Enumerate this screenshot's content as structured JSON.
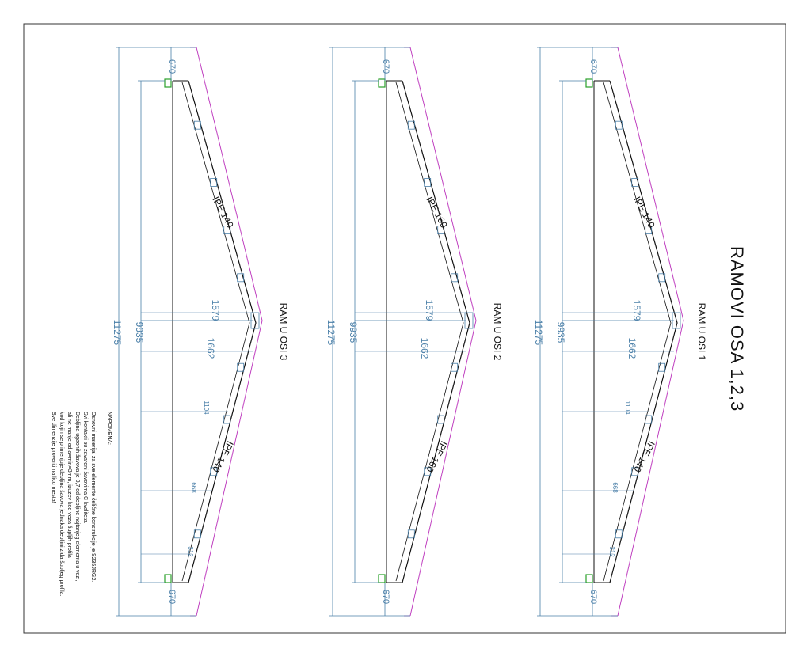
{
  "title": "RAMOVI OSA 1,2,3",
  "frames": [
    {
      "name": "RAM U OSI 1",
      "profile": "IPE 140",
      "dims": {
        "total": "11275",
        "span": "9935",
        "end_top": "670",
        "end_bottom": "670",
        "ridge_a": "1579",
        "ridge_b": "1662",
        "d1": "1104",
        "d2": "668",
        "d3": "312"
      }
    },
    {
      "name": "RAM U OSI 2",
      "profile": "IPE 160",
      "dims": {
        "total": "11275",
        "span": "9935",
        "end_top": "670",
        "end_bottom": "670",
        "ridge_a": "1579",
        "ridge_b": "1662"
      }
    },
    {
      "name": "RAM U OSI 3",
      "profile": "IPE 140",
      "dims": {
        "total": "11275",
        "span": "9935",
        "end_top": "670",
        "end_bottom": "670",
        "ridge_a": "1579",
        "ridge_b": "1662",
        "d1": "1104",
        "d2": "668",
        "d3": "312"
      }
    }
  ],
  "notes": {
    "heading": "NAPOMENA:",
    "lines": [
      "Osnovni materijal za sve elemente čelične konstrukcije je S235JRG2.",
      "Svi kontakti su zavareni šavovima C kvaliteta.",
      "Debljina ugaonih šavova je 0,7 od debljine najtanjeg elementa u vezi,",
      "ali ne manje od a=min=3mm, izuzev kod veza šupljih profila",
      "kod kojih se primenjuje debljina šavova jednaka debljini zida šupljeg profila.",
      "Sve dimenzije proveriti na licu mesta!"
    ]
  },
  "colors": {
    "frame_line": "#111111",
    "cladding": "#c040c0",
    "dimension": "#4a7fa8",
    "support": "#2aa02a",
    "border": "#333333"
  }
}
